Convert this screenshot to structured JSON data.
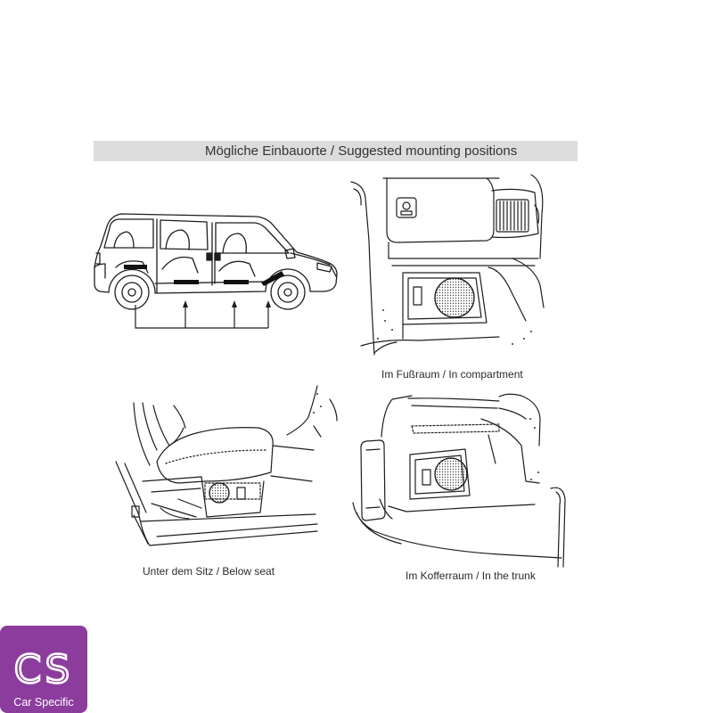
{
  "header": {
    "title": "Mögliche Einbauorte / Suggested mounting positions"
  },
  "figures": {
    "compartment": {
      "caption": "Im Fußraum / In compartment"
    },
    "seat": {
      "caption": "Unter dem Sitz / Below seat"
    },
    "trunk": {
      "caption": "Im Kofferraum / In the trunk"
    }
  },
  "logo": {
    "mark": "CS",
    "name": "Car Specific"
  },
  "colors": {
    "header_bg": "#dcdcdc",
    "logo_bg": "#8b3c9c",
    "line_art": "#1e1e1e"
  }
}
